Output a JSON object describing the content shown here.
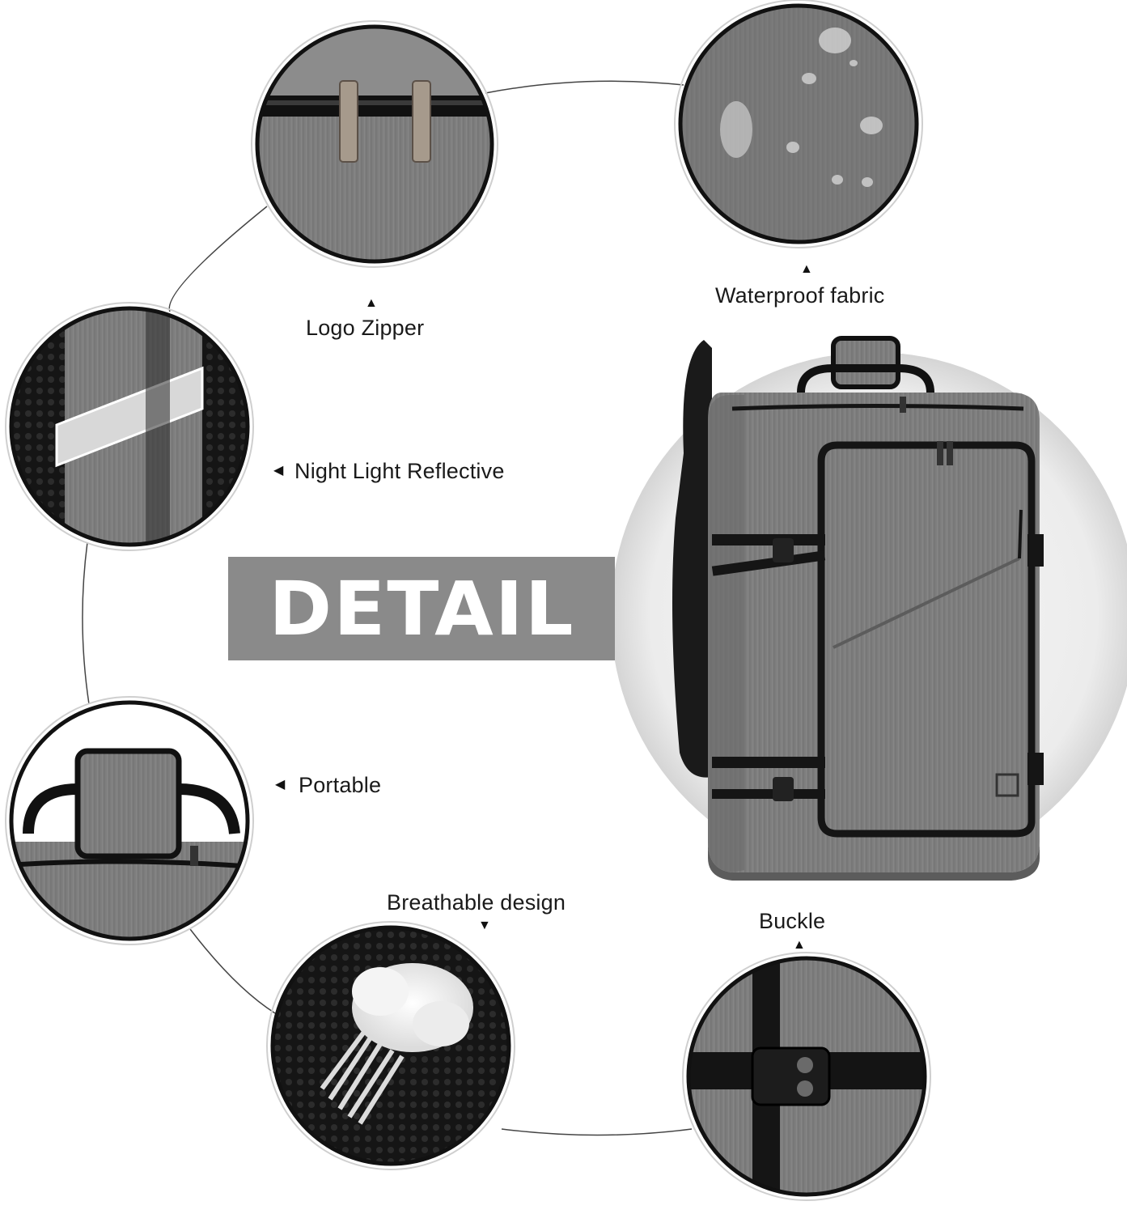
{
  "banner": {
    "text": "DETAIL",
    "background": "#8a8a8a",
    "text_color": "#ffffff"
  },
  "features": {
    "logo_zipper": {
      "label": "Logo Zipper",
      "arrow": "▲"
    },
    "waterproof": {
      "label": "Waterproof fabric",
      "arrow": "▲"
    },
    "reflective": {
      "label": "Night Light Reflective",
      "arrow": "◀"
    },
    "portable": {
      "label": "Portable",
      "arrow": "◀"
    },
    "breathable": {
      "label": "Breathable design",
      "arrow": "▼"
    },
    "buckle": {
      "label": "Buckle",
      "arrow": "▲"
    }
  },
  "colors": {
    "fabric": "#7d7d7d",
    "fabric_dark": "#5f5f5f",
    "strap": "#1a1a1a",
    "circle_border": "#111111",
    "connector_line": "#333333"
  }
}
